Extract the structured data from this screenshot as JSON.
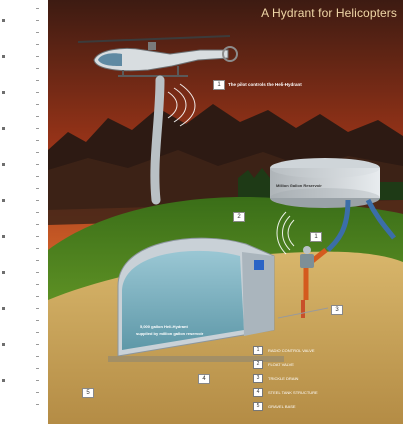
{
  "title": "A Hydrant for Helicopters",
  "callouts": {
    "pilot": {
      "num": "1",
      "text": "The pilot controls the Heli-Hydrant"
    },
    "reservoir": {
      "text": "Million Gallon Reservoir"
    },
    "tank": {
      "text_line1": "5,000 gallon Heli-Hydrant",
      "text_line2": "supplied by million gallon reservoir"
    }
  },
  "markers": [
    {
      "id": "1",
      "text": "1"
    },
    {
      "id": "2",
      "text": "2"
    },
    {
      "id": "3",
      "text": "3"
    },
    {
      "id": "4",
      "text": "4"
    },
    {
      "id": "5",
      "text": "5"
    }
  ],
  "legend": [
    {
      "num": "1",
      "text": "RADIO CONTROL VALVE"
    },
    {
      "num": "2",
      "text": "FLOAT VALVE"
    },
    {
      "num": "3",
      "text": "TRICKLE DRAIN"
    },
    {
      "num": "4",
      "text": "STEEL TANK STRUCTURE"
    },
    {
      "num": "5",
      "text": "GRAVEL BASE"
    }
  ],
  "colors": {
    "sky_top": "#4a1f12",
    "sky_mid": "#b9421b",
    "sky_low": "#e07a2a",
    "mountain": "#2a1a12",
    "grass": "#5f9a22",
    "ground": "#c8a55a",
    "water": "#7fb7c9",
    "tank": "#d6dde3"
  }
}
